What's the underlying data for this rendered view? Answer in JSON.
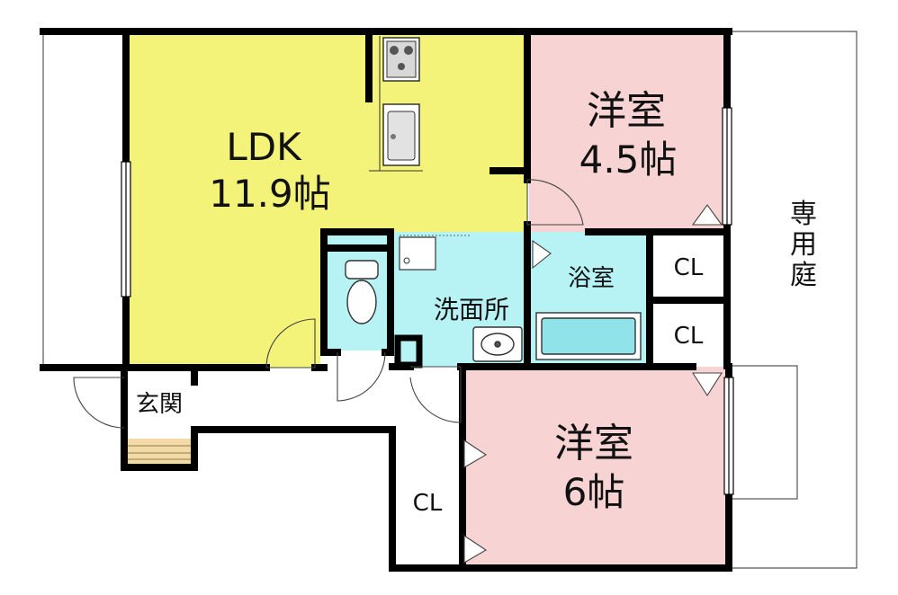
{
  "colors": {
    "ldk": "#f3f37a",
    "bedroom": "#f7d3d3",
    "wet": "#b7f3f5",
    "wall": "#000000",
    "entrance_step": "#f1d9a8"
  },
  "rooms": {
    "ldk": {
      "name": "LDK",
      "size": "11.9帖"
    },
    "bedroom_small": {
      "name": "洋室",
      "size": "4.5帖"
    },
    "bedroom_large": {
      "name": "洋室",
      "size": "6帖"
    },
    "bath": {
      "name": "浴室"
    },
    "washroom": {
      "name": "洗面所"
    },
    "entrance": {
      "name": "玄関"
    },
    "closet_1": {
      "name": "CL"
    },
    "closet_2": {
      "name": "CL"
    },
    "closet_3": {
      "name": "CL"
    }
  },
  "garden": {
    "label_chars": [
      "専",
      "用",
      "庭"
    ]
  },
  "icons": {
    "stove": "stove-icon",
    "sink": "kitchen-sink-icon",
    "toilet": "toilet-icon",
    "basin": "wash-basin-icon",
    "bathtub": "bathtub-icon"
  }
}
